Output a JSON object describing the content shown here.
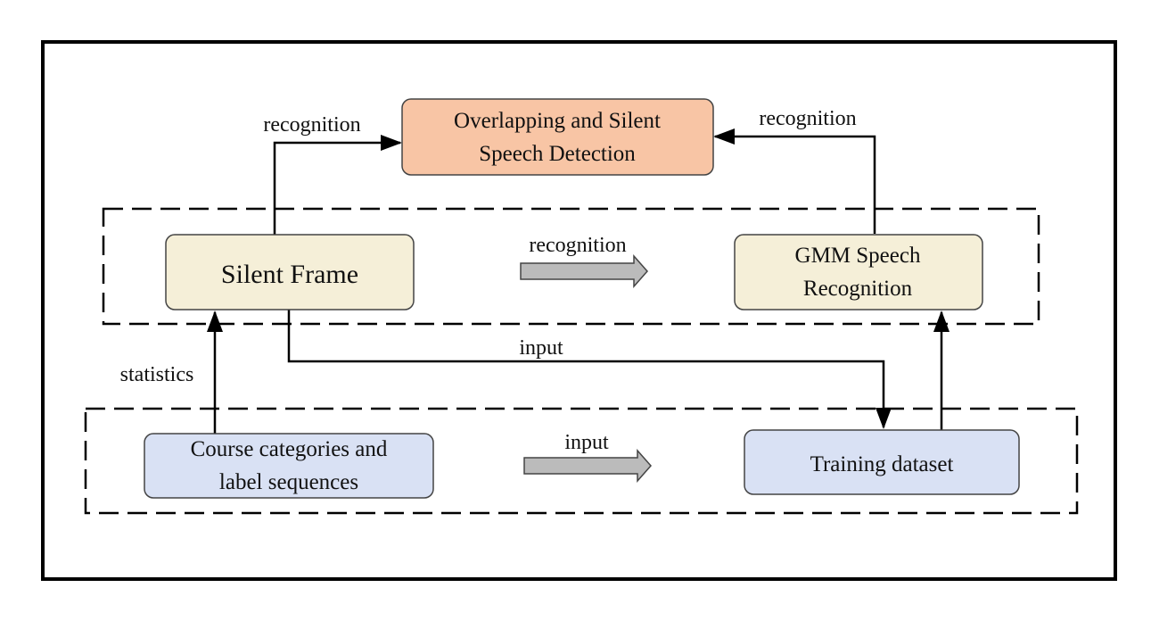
{
  "diagram": {
    "nodes": {
      "detection": {
        "line1": "Overlapping and Silent",
        "line2": "Speech Detection",
        "fill": "#f8c5a5"
      },
      "silent_frame": {
        "label": "Silent Frame",
        "fill": "#f5efd8"
      },
      "gmm": {
        "line1": "GMM Speech",
        "line2": "Recognition",
        "fill": "#f5efd8"
      },
      "course": {
        "line1": "Course categories and",
        "line2": "label sequences",
        "fill": "#d9e1f4"
      },
      "training": {
        "label": "Training dataset",
        "fill": "#d9e1f4"
      }
    },
    "edges": {
      "silent_to_detection": "recognition",
      "gmm_to_detection": "recognition",
      "silent_to_gmm": "recognition",
      "silent_to_training": "input",
      "course_to_silent": "statistics",
      "course_to_training": "input"
    }
  }
}
